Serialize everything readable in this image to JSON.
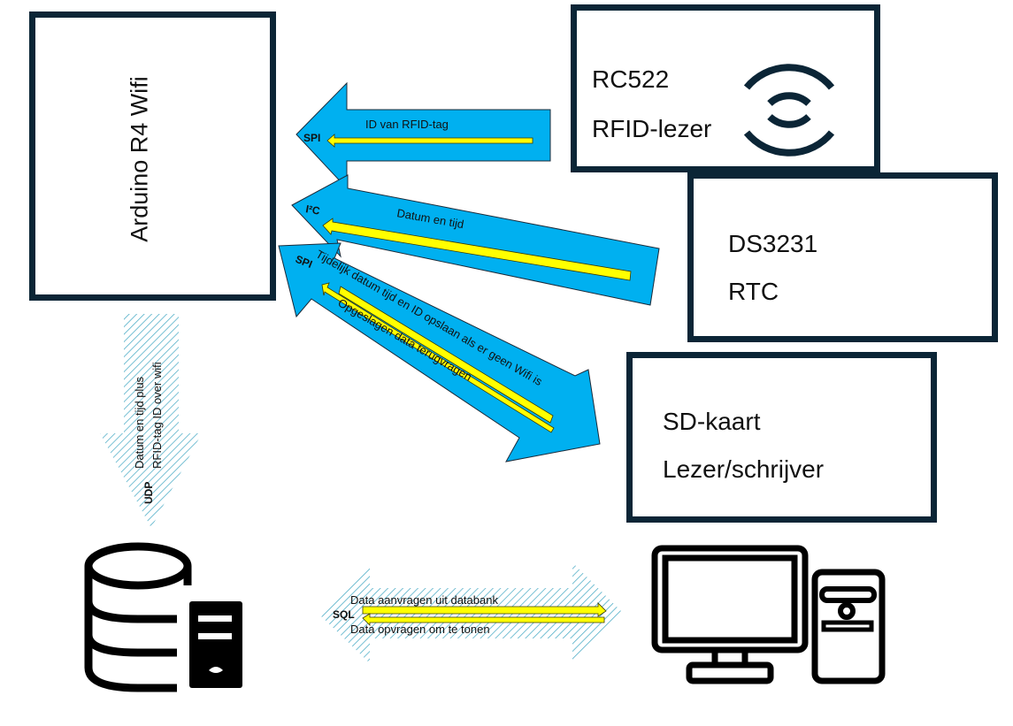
{
  "title": "Arduino RFID registratie systeem diagram",
  "colors": {
    "box_border": "#0b2536",
    "arrow_fill": "#00b0f0",
    "arrow_inner": "#ffff00",
    "hatch": "#4bacc6"
  },
  "components": {
    "arduino": {
      "label": "Arduino R4 Wifi"
    },
    "rfid": {
      "line1": "RC522",
      "line2": "RFID-lezer",
      "icon": "rfid-waves-icon"
    },
    "rtc": {
      "line1": "DS3231",
      "line2": "RTC"
    },
    "sd": {
      "line1": "SD-kaart",
      "line2": "Lezer/schrijver"
    },
    "database": {
      "icon": "database-server-icon"
    },
    "computer": {
      "icon": "desktop-computer-icon"
    }
  },
  "connections": {
    "rfid_to_arduino": {
      "protocol": "SPI",
      "label": "ID van RFID-tag"
    },
    "rtc_to_arduino": {
      "protocol": "I²C",
      "label": "Datum en tijd"
    },
    "arduino_sd": {
      "protocol": "SPI",
      "label_forward": "Tijdelijk datum tijd en ID opslaan als er geen Wifi is",
      "label_back": "Opgeslagen data terugvragen"
    },
    "arduino_to_db": {
      "protocol": "UDP",
      "label_line1": "Datum en tijd plus",
      "label_line2": "RFID-tag ID over wifi"
    },
    "db_computer": {
      "protocol": "SQL",
      "label_top": "Data aanvragen uit databank",
      "label_bottom": "Data opvragen om te tonen"
    }
  }
}
